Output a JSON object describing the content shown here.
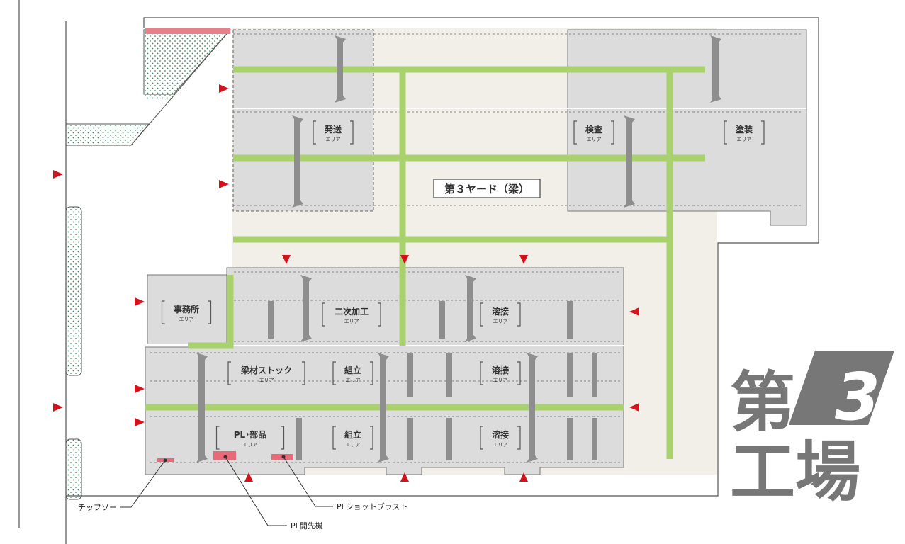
{
  "title": {
    "line1": "第",
    "num": "3",
    "line2": "工場"
  },
  "yard_label": "第３ヤード（梁）",
  "area_sub": "エリア",
  "areas": {
    "hassou": "発送",
    "kensa": "検査",
    "tosou": "塗装",
    "jimusho": "事務所",
    "niji": "二次加工",
    "yousetsu1": "溶接",
    "ryouzai": "梁材ストック",
    "kumitate1": "組立",
    "yousetsu2": "溶接",
    "pl_buhin": "PL･部品",
    "kumitate2": "組立",
    "yousetsu3": "溶接"
  },
  "machines": {
    "chipsaw": "チップソー",
    "pl_kaisaki": "PL開先機",
    "pl_shot": "PLショットブラスト"
  },
  "colors": {
    "rail": "#a9d26f",
    "floor": "#dcdcdc",
    "yard": "#f2efe8",
    "column": "#8e8e8e",
    "arrow": "#d3121b",
    "title": "#777777",
    "machine": "#e66a78",
    "planting": "#3a8a5a"
  }
}
